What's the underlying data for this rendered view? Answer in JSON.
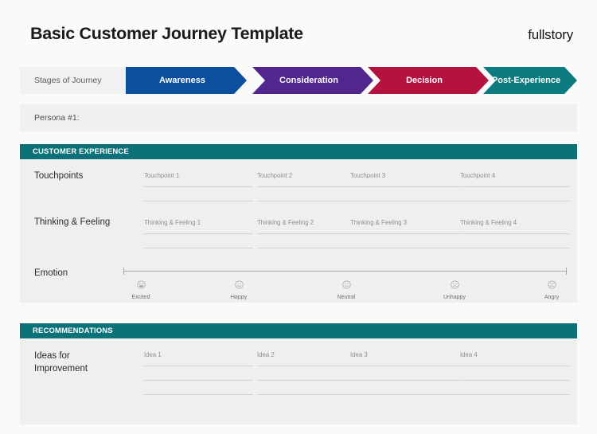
{
  "header": {
    "title": "Basic Customer Journey Template",
    "brand": "fullstory"
  },
  "stages": {
    "row_label": "Stages of Journey",
    "items": [
      {
        "label": "Awareness",
        "color": "#0b4f9e"
      },
      {
        "label": "Consideration",
        "color": "#51268d"
      },
      {
        "label": "Decision",
        "color": "#b4123f"
      },
      {
        "label": "Post-Experience",
        "color": "#0c7b7f"
      }
    ]
  },
  "persona": {
    "label": "Persona #1:"
  },
  "customer_experience": {
    "section_title": "CUSTOMER EXPERIENCE",
    "rows": [
      {
        "label": "Touchpoints",
        "placeholders": [
          "Touchpoint 1",
          "Touchpoint 2",
          "Touchpoint 3",
          "Touchpoint 4"
        ],
        "lines_per_column": 2
      },
      {
        "label": "Thinking & Feeling",
        "placeholders": [
          "Thinking & Feeling 1",
          "Thinking & Feeling 2",
          "Thinking & Feeling 3",
          "Thinking & Feeling 4"
        ],
        "lines_per_column": 2
      }
    ],
    "emotion": {
      "label": "Emotion",
      "scale": [
        {
          "name": "Excited",
          "icon": "face-excited-icon"
        },
        {
          "name": "Happy",
          "icon": "face-happy-icon"
        },
        {
          "name": "Neutral",
          "icon": "face-neutral-icon"
        },
        {
          "name": "Unhappy",
          "icon": "face-unhappy-icon"
        },
        {
          "name": "Angry",
          "icon": "face-angry-icon"
        }
      ]
    }
  },
  "recommendations": {
    "section_title": "RECOMMENDATIONS",
    "row": {
      "label": "Ideas for Improvement",
      "placeholders": [
        "Idea 1",
        "Idea 2",
        "Idea 3",
        "Idea 4"
      ],
      "lines_per_column": 3
    }
  },
  "colors": {
    "teal": "#0c7279",
    "panel_gray": "#efefef",
    "band_gray": "#f0f0f0",
    "page_bg": "#fafafa",
    "rule": "#d2d2d2"
  }
}
